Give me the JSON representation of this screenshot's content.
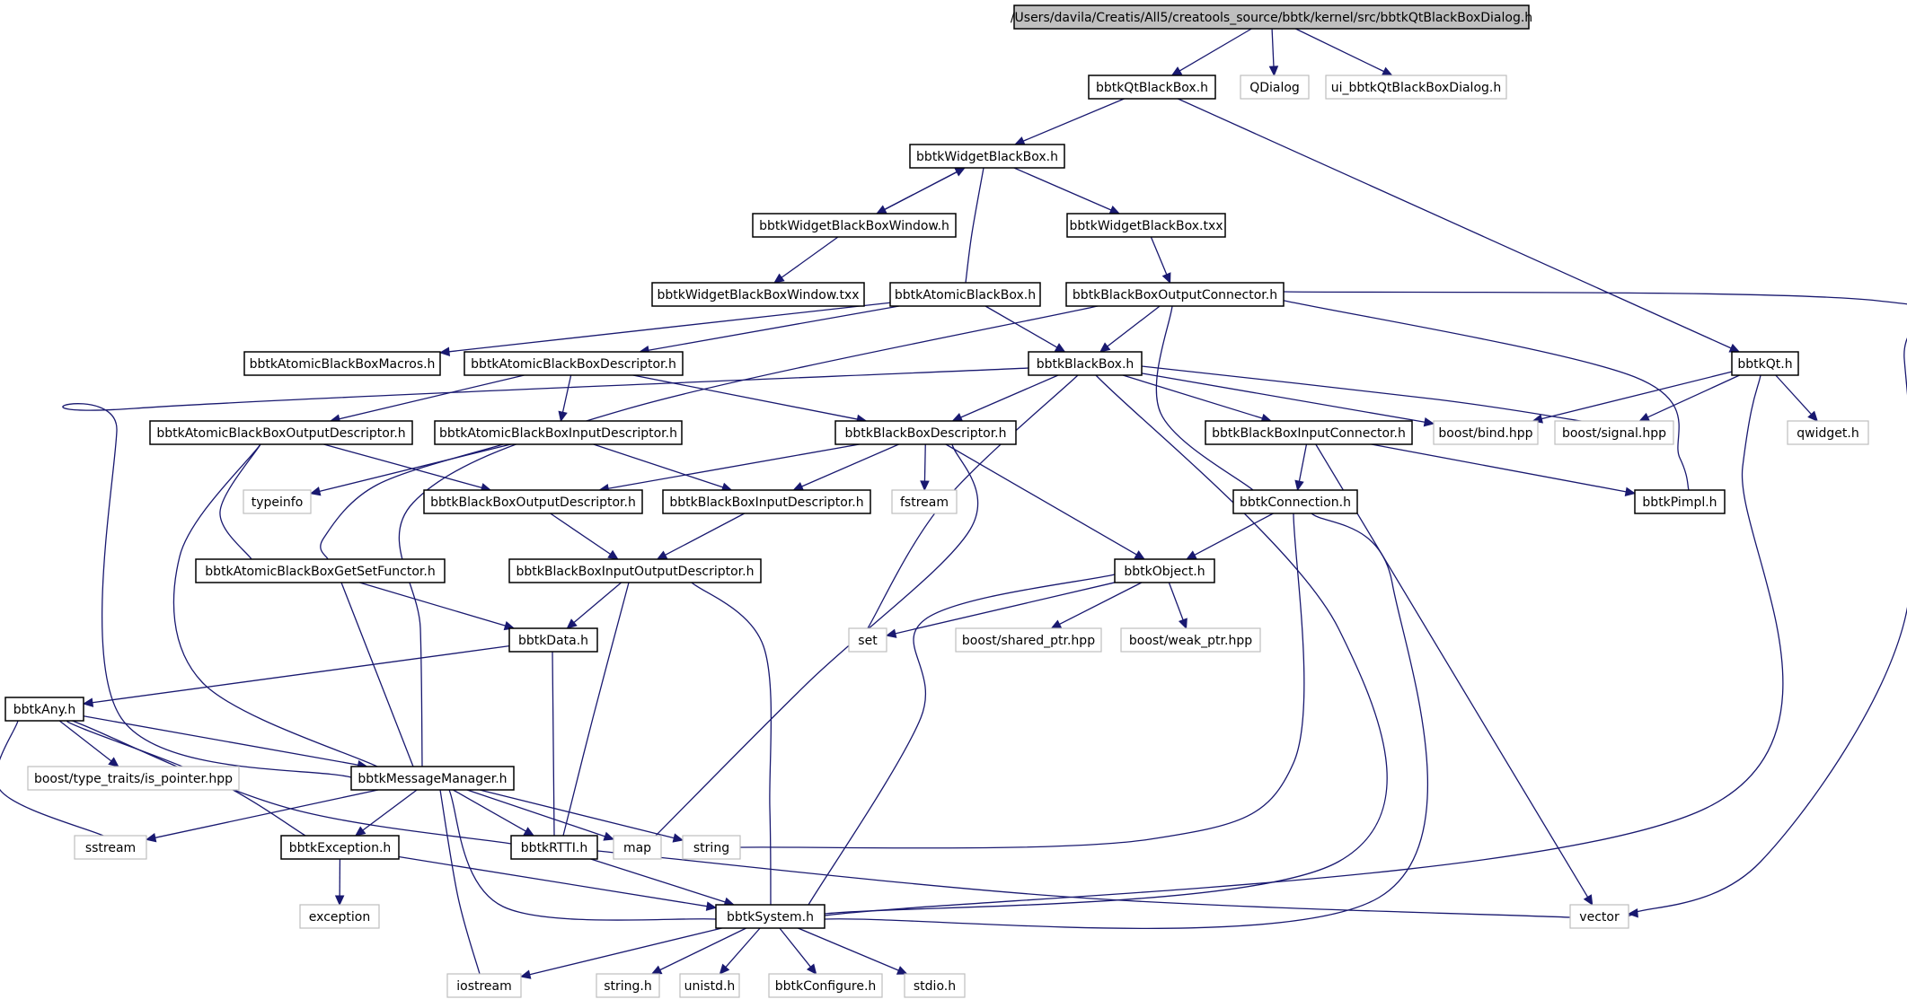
{
  "nodes": {
    "root": "/Users/davila/Creatis/All5/creatools_source/bbtk/kernel/src/bbtkQtBlackBoxDialog.h",
    "qtblackbox": "bbtkQtBlackBox.h",
    "qdialog": "QDialog",
    "uidialog": "ui_bbtkQtBlackBoxDialog.h",
    "widgetbb": "bbtkWidgetBlackBox.h",
    "widgetbbwindow": "bbtkWidgetBlackBoxWindow.h",
    "widgetbbtxx": "bbtkWidgetBlackBox.txx",
    "widgetbbwindowtxx": "bbtkWidgetBlackBoxWindow.txx",
    "atomicbb": "bbtkAtomicBlackBox.h",
    "bboutputconnector": "bbtkBlackBoxOutputConnector.h",
    "atomicmacros": "bbtkAtomicBlackBoxMacros.h",
    "atomicdescriptor": "bbtkAtomicBlackBoxDescriptor.h",
    "blackbox": "bbtkBlackBox.h",
    "qt": "bbtkQt.h",
    "atomicoutdesc": "bbtkAtomicBlackBoxOutputDescriptor.h",
    "atomicindesc": "bbtkAtomicBlackBoxInputDescriptor.h",
    "bbdescriptor": "bbtkBlackBoxDescriptor.h",
    "bbinputconnector": "bbtkBlackBoxInputConnector.h",
    "boostbind": "boost/bind.hpp",
    "boostsignal": "boost/signal.hpp",
    "qwidget": "qwidget.h",
    "typeinfo": "typeinfo",
    "bboutdesc": "bbtkBlackBoxOutputDescriptor.h",
    "bbindesc": "bbtkBlackBoxInputDescriptor.h",
    "fstream": "fstream",
    "connection": "bbtkConnection.h",
    "pimpl": "bbtkPimpl.h",
    "atomicgetset": "bbtkAtomicBlackBoxGetSetFunctor.h",
    "bbinoutdesc": "bbtkBlackBoxInputOutputDescriptor.h",
    "object": "bbtkObject.h",
    "data": "bbtkData.h",
    "set": "set",
    "sharedptr": "boost/shared_ptr.hpp",
    "weakptr": "boost/weak_ptr.hpp",
    "any": "bbtkAny.h",
    "ispointer": "boost/type_traits/is_pointer.hpp",
    "msgmanager": "bbtkMessageManager.h",
    "sstream": "sstream",
    "exception_h": "bbtkException.h",
    "rtti": "bbtkRTTI.h",
    "map": "map",
    "string": "string",
    "exception": "exception",
    "system": "bbtkSystem.h",
    "vector": "vector",
    "iostream": "iostream",
    "stringh": "string.h",
    "unistd": "unistd.h",
    "configure": "bbtkConfigure.h",
    "stdio": "stdio.h"
  },
  "edges": [
    [
      "root",
      "qtblackbox"
    ],
    [
      "root",
      "qdialog"
    ],
    [
      "root",
      "uidialog"
    ],
    [
      "qtblackbox",
      "widgetbb"
    ],
    [
      "qtblackbox",
      "qt"
    ],
    [
      "widgetbb",
      "widgetbbwindow"
    ],
    [
      "widgetbbwindow",
      "widgetbb"
    ],
    [
      "widgetbb",
      "widgetbbtxx"
    ],
    [
      "widgetbb",
      "atomicbb"
    ],
    [
      "widgetbbwindow",
      "widgetbbwindowtxx"
    ],
    [
      "widgetbbtxx",
      "bboutputconnector"
    ],
    [
      "atomicbb",
      "atomicmacros"
    ],
    [
      "atomicbb",
      "atomicdescriptor"
    ],
    [
      "atomicbb",
      "blackbox"
    ],
    [
      "bboutputconnector",
      "blackbox"
    ],
    [
      "bboutputconnector",
      "connection"
    ],
    [
      "bboutputconnector",
      "pimpl"
    ],
    [
      "bboutputconnector",
      "vector"
    ],
    [
      "bboutputconnector",
      "msgmanager"
    ],
    [
      "atomicdescriptor",
      "atomicoutdesc"
    ],
    [
      "atomicdescriptor",
      "atomicindesc"
    ],
    [
      "atomicdescriptor",
      "bbdescriptor"
    ],
    [
      "blackbox",
      "bbdescriptor"
    ],
    [
      "blackbox",
      "bbinputconnector"
    ],
    [
      "blackbox",
      "boostbind"
    ],
    [
      "blackbox",
      "boostsignal"
    ],
    [
      "blackbox",
      "set"
    ],
    [
      "blackbox",
      "system"
    ],
    [
      "blackbox",
      "msgmanager"
    ],
    [
      "qt",
      "boostbind"
    ],
    [
      "qt",
      "boostsignal"
    ],
    [
      "qt",
      "qwidget"
    ],
    [
      "qt",
      "system"
    ],
    [
      "atomicoutdesc",
      "bboutdesc"
    ],
    [
      "atomicoutdesc",
      "atomicgetset"
    ],
    [
      "atomicoutdesc",
      "msgmanager"
    ],
    [
      "atomicindesc",
      "typeinfo"
    ],
    [
      "atomicindesc",
      "bbindesc"
    ],
    [
      "atomicindesc",
      "atomicgetset"
    ],
    [
      "bbdescriptor",
      "bboutdesc"
    ],
    [
      "bbdescriptor",
      "bbindesc"
    ],
    [
      "bbdescriptor",
      "fstream"
    ],
    [
      "bbdescriptor",
      "object"
    ],
    [
      "bbdescriptor",
      "map"
    ],
    [
      "bbinputconnector",
      "connection"
    ],
    [
      "bbinputconnector",
      "pimpl"
    ],
    [
      "bbinputconnector",
      "vector"
    ],
    [
      "bboutdesc",
      "bbinoutdesc"
    ],
    [
      "bbindesc",
      "bbinoutdesc"
    ],
    [
      "connection",
      "object"
    ],
    [
      "connection",
      "string"
    ],
    [
      "connection",
      "system"
    ],
    [
      "atomicgetset",
      "data"
    ],
    [
      "atomicgetset",
      "msgmanager"
    ],
    [
      "bbinoutdesc",
      "data"
    ],
    [
      "bbinoutdesc",
      "rtti"
    ],
    [
      "bbinoutdesc",
      "system"
    ],
    [
      "object",
      "set"
    ],
    [
      "object",
      "sharedptr"
    ],
    [
      "object",
      "weakptr"
    ],
    [
      "object",
      "system"
    ],
    [
      "data",
      "any"
    ],
    [
      "data",
      "rtti"
    ],
    [
      "any",
      "ispointer"
    ],
    [
      "any",
      "msgmanager"
    ],
    [
      "any",
      "sstream"
    ],
    [
      "any",
      "exception_h"
    ],
    [
      "any",
      "rtti"
    ],
    [
      "msgmanager",
      "sstream"
    ],
    [
      "msgmanager",
      "exception_h"
    ],
    [
      "msgmanager",
      "rtti"
    ],
    [
      "msgmanager",
      "map"
    ],
    [
      "msgmanager",
      "string"
    ],
    [
      "msgmanager",
      "system"
    ],
    [
      "msgmanager",
      "iostream"
    ],
    [
      "exception_h",
      "exception"
    ],
    [
      "exception_h",
      "system"
    ],
    [
      "rtti",
      "system"
    ],
    [
      "rtti",
      "vector"
    ],
    [
      "system",
      "iostream"
    ],
    [
      "system",
      "stringh"
    ],
    [
      "system",
      "unistd"
    ],
    [
      "system",
      "configure"
    ],
    [
      "system",
      "stdio"
    ]
  ],
  "colors": {
    "edge": "#191970",
    "node_border": "#000000",
    "external_border": "#bfbfbf",
    "root_fill": "#bfbfbf"
  }
}
